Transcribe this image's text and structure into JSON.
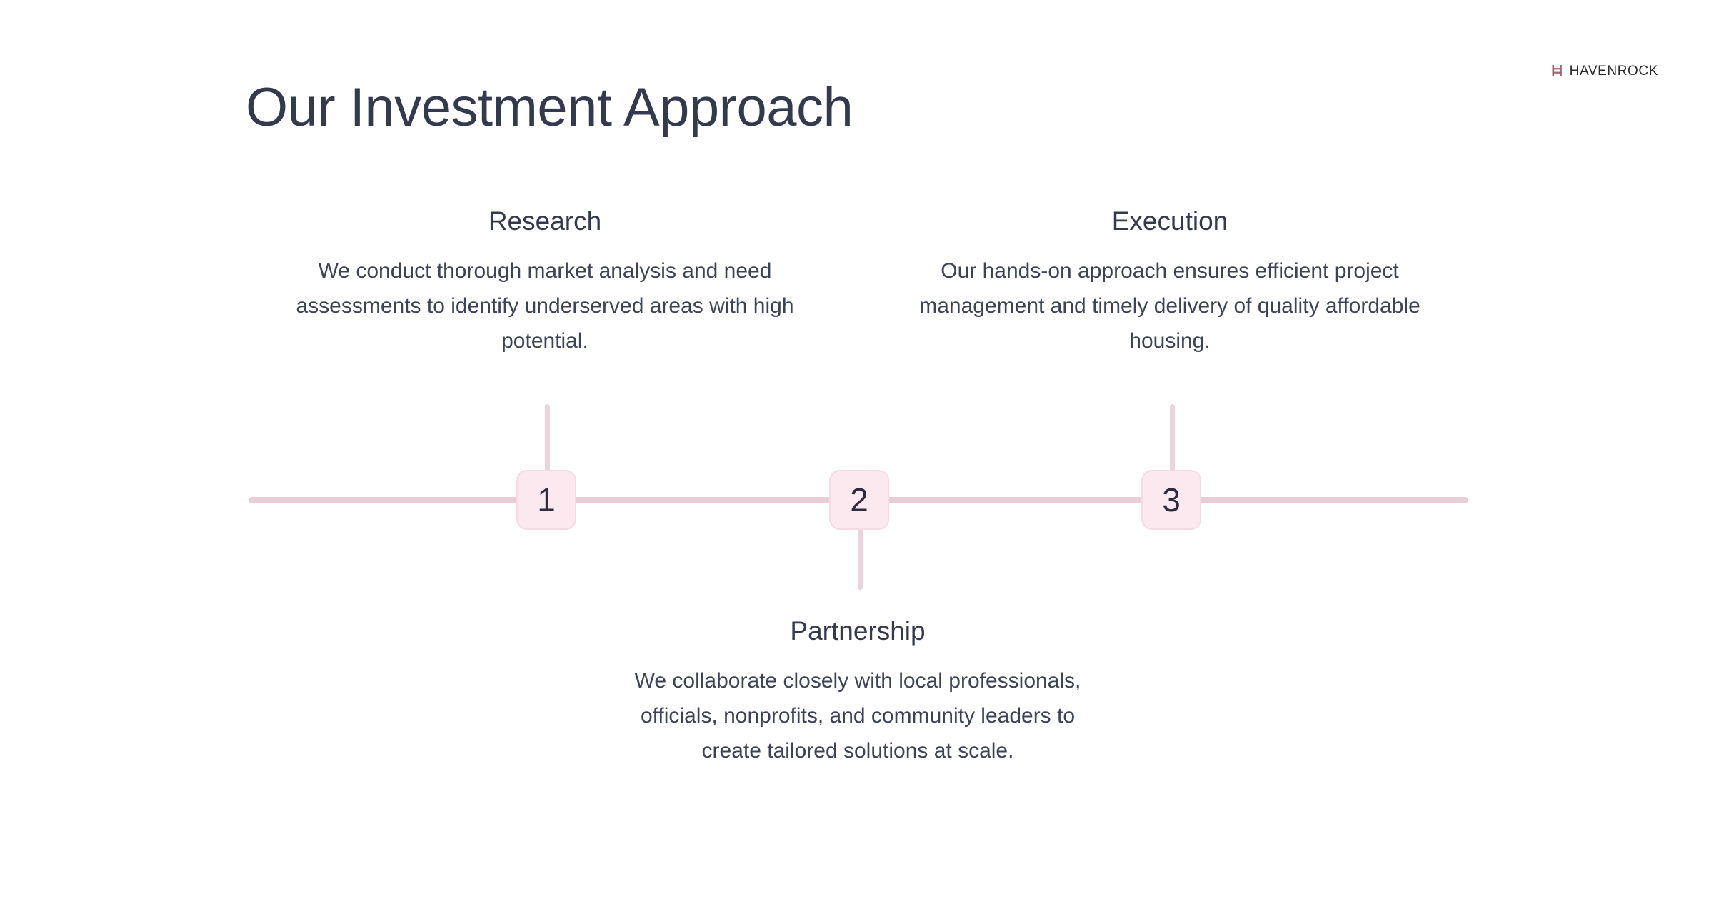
{
  "brand": {
    "mark_icon": "havenrock-ladder-mark-icon",
    "name": "HAVENROCK"
  },
  "title": "Our Investment Approach",
  "colors": {
    "title_text": "#333a4d",
    "body_text": "#3d4356",
    "node_fill": "#fce9ef",
    "node_border": "#f4dbe3",
    "node_number": "#2d2b3d",
    "axis_line": "#e8ccd6",
    "stem_line": "#ecd3dc",
    "brand_mark": "#a8616f",
    "background": "#ffffff"
  },
  "timeline": {
    "steps": [
      {
        "number": "1",
        "heading": "Research",
        "body": "We conduct thorough market analysis and need assessments to identify underserved areas with high potential.",
        "position": "above"
      },
      {
        "number": "2",
        "heading": "Partnership",
        "body": "We collaborate closely with local professionals, officials, nonprofits, and community leaders to create tailored solutions at scale.",
        "position": "below"
      },
      {
        "number": "3",
        "heading": "Execution",
        "body": "Our hands-on approach ensures efficient project management and timely delivery of quality affordable housing.",
        "position": "above"
      }
    ]
  }
}
